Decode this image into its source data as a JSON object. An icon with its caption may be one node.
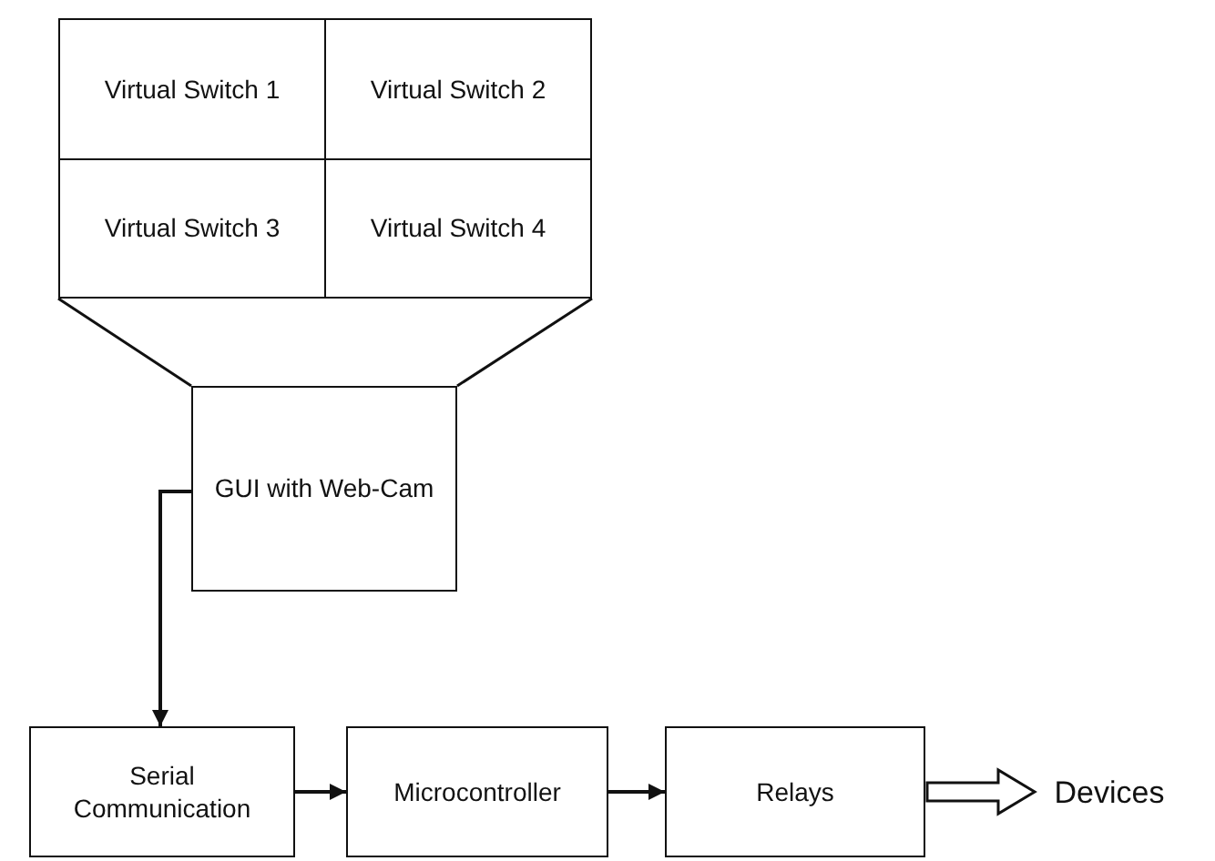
{
  "diagram": {
    "nodes": [
      {
        "text": [
          "Virtual Switch 1"
        ]
      },
      {
        "text": [
          "Virtual Switch 2"
        ]
      },
      {
        "text": [
          "Virtual Switch 3"
        ]
      },
      {
        "text": [
          "Virtual Switch 4"
        ]
      },
      {
        "text": [
          "GUI with Web-Cam"
        ]
      },
      {
        "text": [
          "Serial Communication"
        ]
      },
      {
        "text": [
          "Microcontroller"
        ]
      },
      {
        "text": [
          "Relays"
        ]
      },
      {
        "text": [
          "Devices"
        ]
      }
    ],
    "edges": [
      {
        "from": 4,
        "to": 5,
        "arrow": "to"
      },
      {
        "from": 5,
        "to": 6,
        "arrow": "to"
      },
      {
        "from": 6,
        "to": 7,
        "arrow": "to"
      },
      {
        "from": 7,
        "to": 8,
        "arrow": "to",
        "style": "thick"
      }
    ]
  }
}
